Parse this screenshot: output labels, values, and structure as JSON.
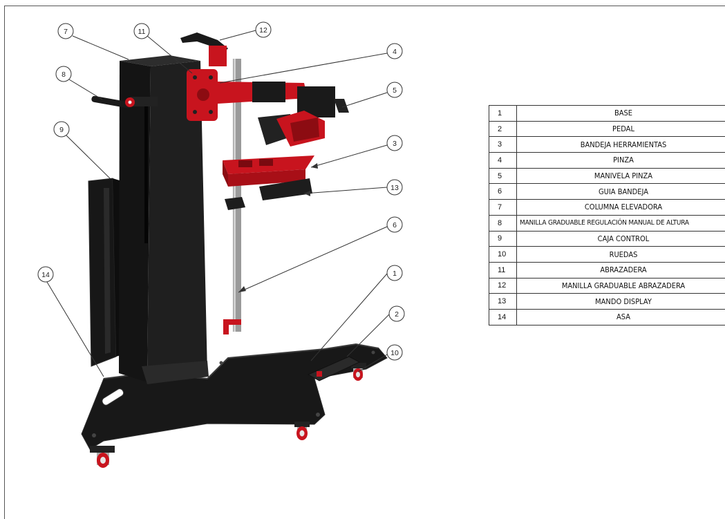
{
  "colors": {
    "frame": "#555555",
    "metal_black": "#1c1c1c",
    "accent_red": "#c8141e",
    "rail_steel": "#9a9a9a",
    "table_border": "#333333"
  },
  "balloons": [
    {
      "num": "7"
    },
    {
      "num": "11"
    },
    {
      "num": "12"
    },
    {
      "num": "4"
    },
    {
      "num": "8"
    },
    {
      "num": "5"
    },
    {
      "num": "9"
    },
    {
      "num": "3"
    },
    {
      "num": "13"
    },
    {
      "num": "6"
    },
    {
      "num": "14"
    },
    {
      "num": "1"
    },
    {
      "num": "2"
    },
    {
      "num": "10"
    }
  ],
  "parts": [
    {
      "num": "1",
      "name": "BASE"
    },
    {
      "num": "2",
      "name": "PEDAL"
    },
    {
      "num": "3",
      "name": "BANDEJA HERRAMIENTAS"
    },
    {
      "num": "4",
      "name": "PINZA"
    },
    {
      "num": "5",
      "name": "MANIVELA PINZA"
    },
    {
      "num": "6",
      "name": "GUIA BANDEJA"
    },
    {
      "num": "7",
      "name": "COLUMNA ELEVADORA"
    },
    {
      "num": "8",
      "name": "MANILLA GRADUABLE REGULACIÓN  MANUAL DE ALTURA"
    },
    {
      "num": "9",
      "name": "CAJA CONTROL"
    },
    {
      "num": "10",
      "name": "RUEDAS"
    },
    {
      "num": "11",
      "name": "ABRAZADERA"
    },
    {
      "num": "12",
      "name": "MANILLA GRADUABLE ABRAZADERA"
    },
    {
      "num": "13",
      "name": "MANDO DISPLAY"
    },
    {
      "num": "14",
      "name": "ASA"
    }
  ]
}
